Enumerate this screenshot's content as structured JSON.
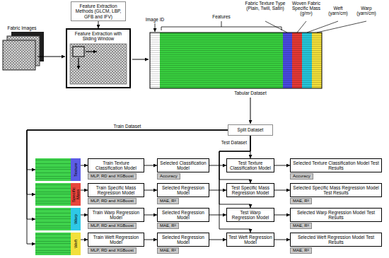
{
  "diagram": {
    "nodes": [
      {
        "text": [
          "Feature Extraction Methods (GLCM, LBP, GFB and IFV)"
        ]
      },
      {
        "text": [
          "Feature Extraction with Sliding Window"
        ]
      },
      {
        "text": [
          "Split Dataset"
        ]
      },
      {
        "text": [
          "Texture"
        ]
      },
      {
        "text": [
          "Train Texture Classification Model"
        ]
      },
      {
        "text": [
          "MLP, RD and XGBoost"
        ]
      },
      {
        "text": [
          "Selected Classification Model"
        ]
      },
      {
        "text": [
          "Accuracy"
        ]
      },
      {
        "text": [
          "Test Texture Classification Model"
        ]
      },
      {
        "text": [
          "Selected Texture Classification Model Test Results"
        ]
      },
      {
        "text": [
          "Accuracy"
        ]
      },
      {
        "text": [
          "Specific Mass"
        ]
      },
      {
        "text": [
          "Train Specific Mass Regression Model"
        ]
      },
      {
        "text": [
          "MLP, RD and XGBoost"
        ]
      },
      {
        "text": [
          "Selected Regression Model"
        ]
      },
      {
        "text": [
          "MAE, R²"
        ]
      },
      {
        "text": [
          "Test Specific Mass Regression Model"
        ]
      },
      {
        "text": [
          "Selected Specific Mass Regression Model Test Results"
        ]
      },
      {
        "text": [
          "MAE, R²"
        ]
      },
      {
        "text": [
          "Warp"
        ]
      },
      {
        "text": [
          "Train Warp Regression Model"
        ]
      },
      {
        "text": [
          "MLP, RD and XGBoost"
        ]
      },
      {
        "text": [
          "Selected Regression Model"
        ]
      },
      {
        "text": [
          "MAE, R²"
        ]
      },
      {
        "text": [
          "Test Warp Regression Model"
        ]
      },
      {
        "text": [
          "Selected Warp Regression Model Test Results"
        ]
      },
      {
        "text": [
          "MAE, R²"
        ]
      },
      {
        "text": [
          "Weft"
        ]
      },
      {
        "text": [
          "Train Weft Regression Model"
        ]
      },
      {
        "text": [
          "MLP, RD and XGBoost"
        ]
      },
      {
        "text": [
          "Selected Regression Model"
        ]
      },
      {
        "text": [
          "MAE, R²"
        ]
      },
      {
        "text": [
          "Test Weft Regression Model"
        ]
      },
      {
        "text": [
          "Selected Weft Regression Model Test Results"
        ]
      },
      {
        "text": [
          "MAE, R²"
        ]
      }
    ],
    "edges": [
      {
        "from": 0,
        "to": 1,
        "arrow": "to"
      },
      {
        "from": 2,
        "to": 3,
        "label": "Train Dataset",
        "arrow": "to"
      },
      {
        "from": 2,
        "to": 11,
        "arrow": "to"
      },
      {
        "from": 2,
        "to": 19,
        "arrow": "to"
      },
      {
        "from": 2,
        "to": 27,
        "arrow": "to"
      },
      {
        "from": 2,
        "to": 8,
        "label": "Test Dataset",
        "arrow": "to"
      },
      {
        "from": 2,
        "to": 16,
        "arrow": "to"
      },
      {
        "from": 2,
        "to": 24,
        "arrow": "to"
      },
      {
        "from": 2,
        "to": 32,
        "arrow": "to"
      },
      {
        "from": 3,
        "to": 4,
        "arrow": "to"
      },
      {
        "from": 4,
        "to": 6,
        "arrow": "to"
      },
      {
        "from": 6,
        "to": 8,
        "arrow": "to"
      },
      {
        "from": 8,
        "to": 9,
        "arrow": "to"
      },
      {
        "from": 11,
        "to": 12,
        "arrow": "to"
      },
      {
        "from": 12,
        "to": 14,
        "arrow": "to"
      },
      {
        "from": 14,
        "to": 16,
        "arrow": "to"
      },
      {
        "from": 16,
        "to": 17,
        "arrow": "to"
      },
      {
        "from": 19,
        "to": 20,
        "arrow": "to"
      },
      {
        "from": 20,
        "to": 22,
        "arrow": "to"
      },
      {
        "from": 22,
        "to": 24,
        "arrow": "to"
      },
      {
        "from": 24,
        "to": 25,
        "arrow": "to"
      },
      {
        "from": 27,
        "to": 28,
        "arrow": "to"
      },
      {
        "from": 28,
        "to": 30,
        "arrow": "to"
      },
      {
        "from": 30,
        "to": 32,
        "arrow": "to"
      },
      {
        "from": 32,
        "to": 33,
        "arrow": "to"
      }
    ],
    "labels": [
      "Fabric Images",
      "Image ID",
      "Features",
      "Fabric Texture Type (Plain, Twill, Satin)",
      "Woven Fabric Specific Mass (g/m²)",
      "Weft (yarn/cm)",
      "Warp (yarn/cm)",
      "Tabular Dataset"
    ]
  }
}
